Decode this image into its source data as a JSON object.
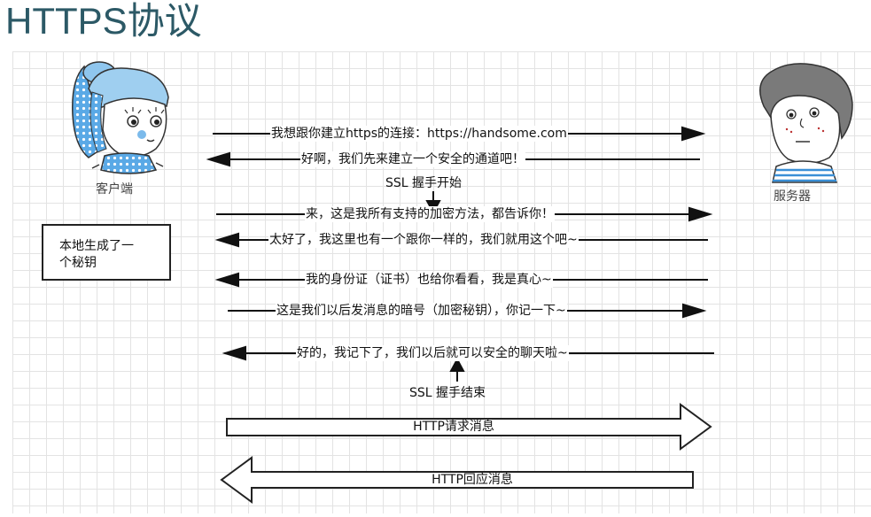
{
  "title": "HTTPS协议",
  "actors": {
    "client": {
      "label": "客户端"
    },
    "server": {
      "label": "服务器"
    }
  },
  "note": {
    "line1": "本地生成了一",
    "line2": "个秘钥"
  },
  "handshake_start": "SSL 握手开始",
  "handshake_end": "SSL 握手结束",
  "messages": [
    {
      "text": "我想跟你建立https的连接：https://handsome.com",
      "direction": "to-server"
    },
    {
      "text": "好啊，我们先来建立一个安全的通道吧！",
      "direction": "to-client"
    },
    {
      "text": "来，这是我所有支持的加密方法，都告诉你！",
      "direction": "to-server"
    },
    {
      "text": "太好了，我这里也有一个跟你一样的，我们就用这个吧~",
      "direction": "to-client"
    },
    {
      "text": "我的身份证（证书）也给你看看，我是真心~",
      "direction": "to-client"
    },
    {
      "text": "这是我们以后发消息的暗号（加密秘钥），你记一下~",
      "direction": "to-server"
    },
    {
      "text": "好的，我记下了，我们以后就可以安全的聊天啦~",
      "direction": "to-client"
    }
  ],
  "http_request": "HTTP请求消息",
  "http_response": "HTTP回应消息"
}
